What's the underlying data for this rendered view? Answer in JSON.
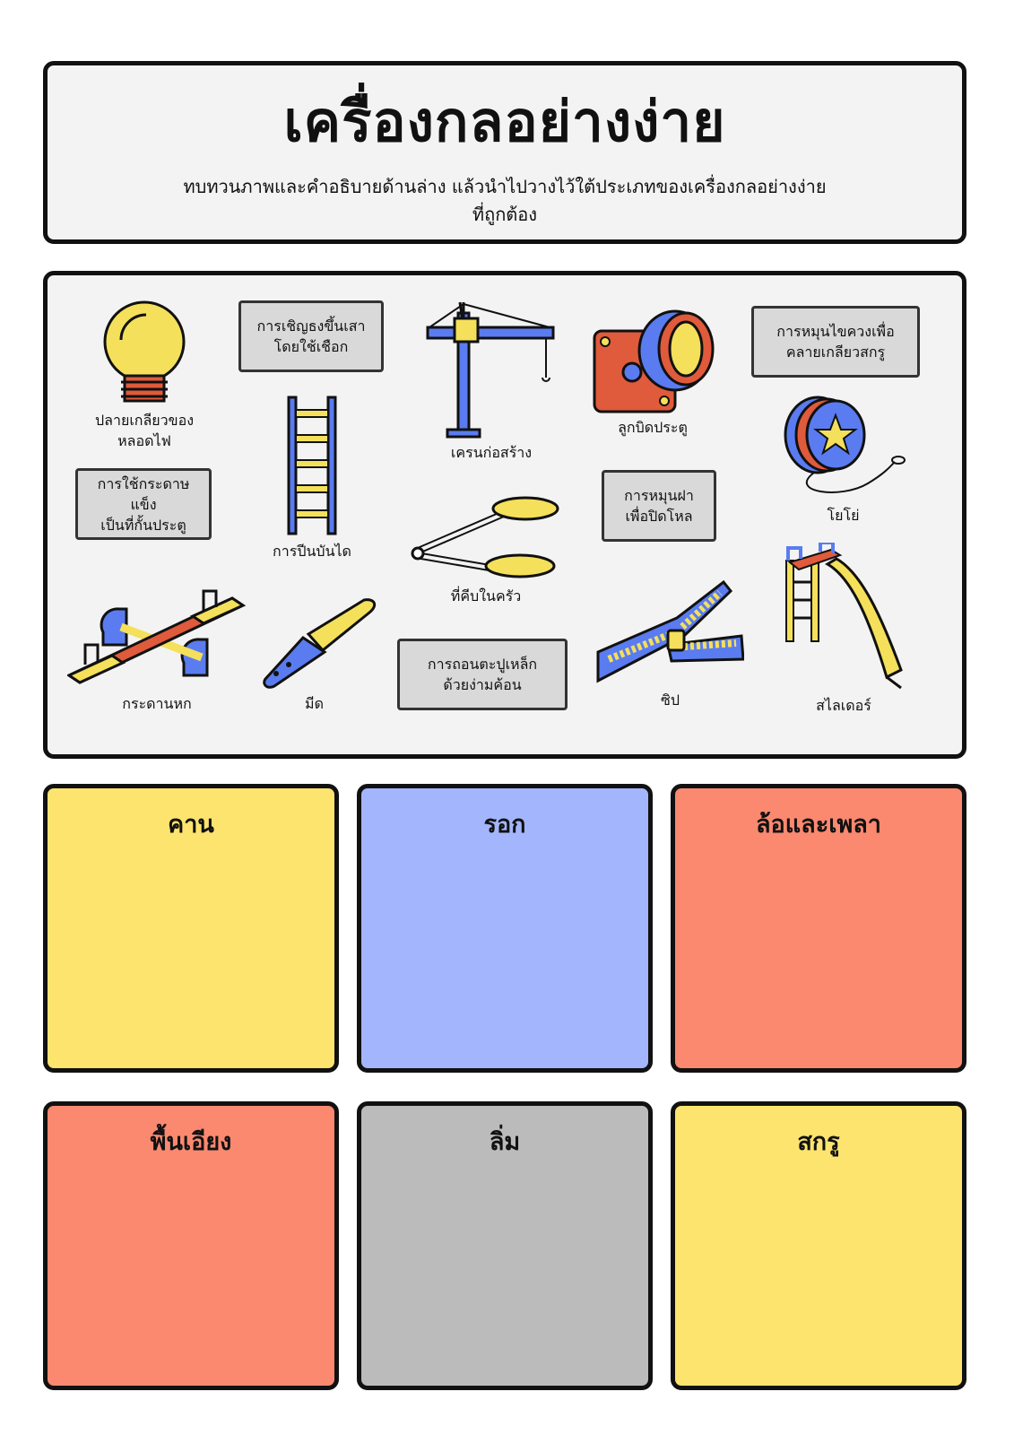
{
  "header": {
    "title": "เครื่องกลอย่างง่าย",
    "subtitle": "ทบทวนภาพและคำอธิบายด้านล่าง แล้วนำไปวางไว้ใต้ประเภทของเครื่องกลอย่างง่ายที่ถูกต้อง"
  },
  "cards": [
    "การเชิญธงขึ้นเสา\nโดยใช้เชือก",
    "การหมุนไขควงเพื่อ\nคลายเกลียวสกรู",
    "การใช้กระดาษแข็ง\nเป็นที่กั้นประตู",
    "การหมุนฝา\nเพื่อปิดโหล",
    "การถอนตะปูเหล็ก\nด้วยง่ามค้อน"
  ],
  "items": {
    "bulb": "ปลายเกลียวของ\nหลอดไฟ",
    "crane": "เครนก่อสร้าง",
    "doorknob": "ลูกบิดประตู",
    "ladder": "การปีนบันได",
    "yoyo": "โยโย่",
    "tongs": "ที่คีบในครัว",
    "seesaw": "กระดานหก",
    "knife": "มีด",
    "zipper": "ซิป",
    "slide": "สไลเดอร์"
  },
  "categories": [
    {
      "label": "คาน",
      "color": "#fde46e"
    },
    {
      "label": "รอก",
      "color": "#a3b6fd"
    },
    {
      "label": "ล้อและเพลา",
      "color": "#fa8970"
    },
    {
      "label": "พื้นเอียง",
      "color": "#fa8970"
    },
    {
      "label": "ลิ่ม",
      "color": "#bbbbbb"
    },
    {
      "label": "สกรู",
      "color": "#fde46e"
    }
  ],
  "palette": {
    "yellow": "#f4e05a",
    "blue": "#5a7cf0",
    "red": "#e05a3c",
    "outline": "#111111"
  }
}
